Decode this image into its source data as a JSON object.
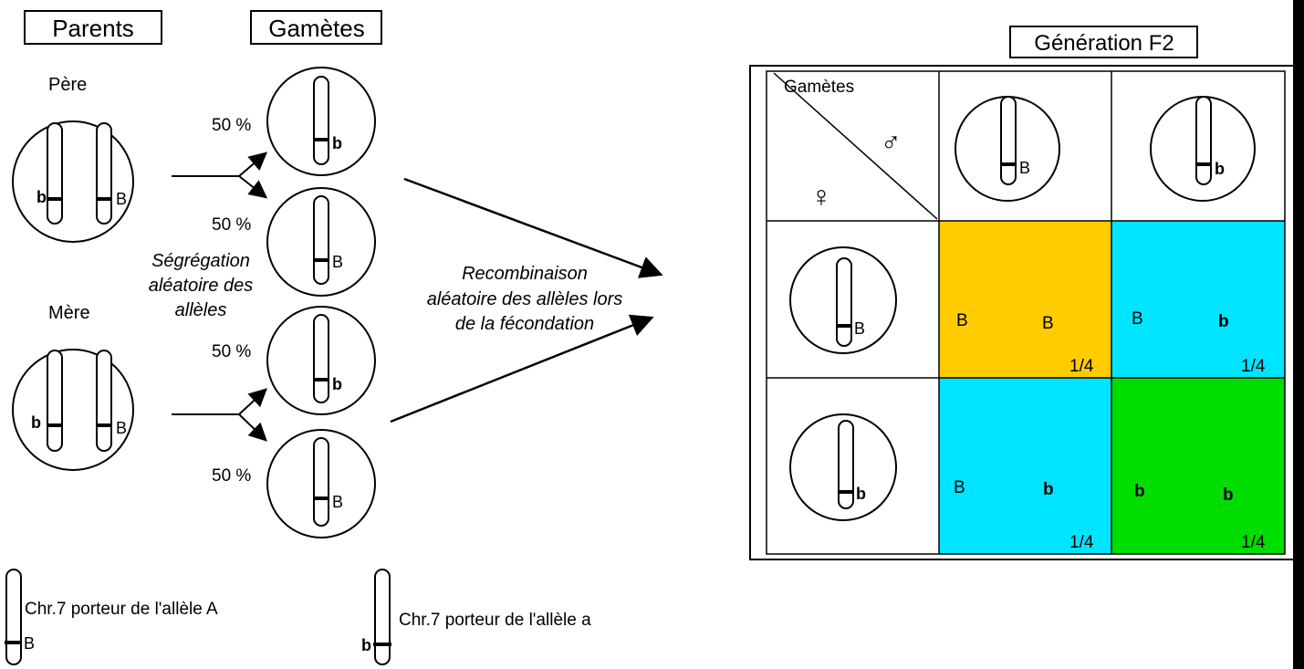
{
  "headers": {
    "parents": "Parents",
    "gametes": "Gamètes",
    "generation": "Génération F2"
  },
  "parents": {
    "father_label": "Père",
    "mother_label": "Mère",
    "allele_left": "b",
    "allele_right": "B"
  },
  "gametes": {
    "percent": [
      "50 %",
      "50 %",
      "50 %",
      "50 %"
    ],
    "alleles": [
      "b",
      "B",
      "b",
      "B"
    ],
    "segregation_lines": [
      "Ségrégation",
      "aléatoire des",
      "allèles"
    ]
  },
  "recombination_lines": [
    "Recombinaison",
    "aléatoire des allèles lors",
    "de la fécondation"
  ],
  "punnett": {
    "corner_label": "Gamètes",
    "male_symbol": "♂",
    "female_symbol": "♀",
    "male_gametes": [
      "B",
      "b"
    ],
    "female_gametes": [
      "B",
      "b"
    ],
    "cells": [
      {
        "a1": "B",
        "a2": "B",
        "freq": "1/4",
        "color": "#FFCC00"
      },
      {
        "a1": "B",
        "a2": "b",
        "freq": "1/4",
        "color": "#00E5FF"
      },
      {
        "a1": "B",
        "a2": "b",
        "freq": "1/4",
        "color": "#00E5FF"
      },
      {
        "a1": "b",
        "a2": "b",
        "freq": "1/4",
        "color": "#00DD00"
      }
    ]
  },
  "legend": {
    "dominant_allele": "B",
    "dominant_text": "Chr.7 porteur de l'allèle A",
    "recessive_allele": "b",
    "recessive_text": "Chr.7 porteur de l'allèle a"
  }
}
